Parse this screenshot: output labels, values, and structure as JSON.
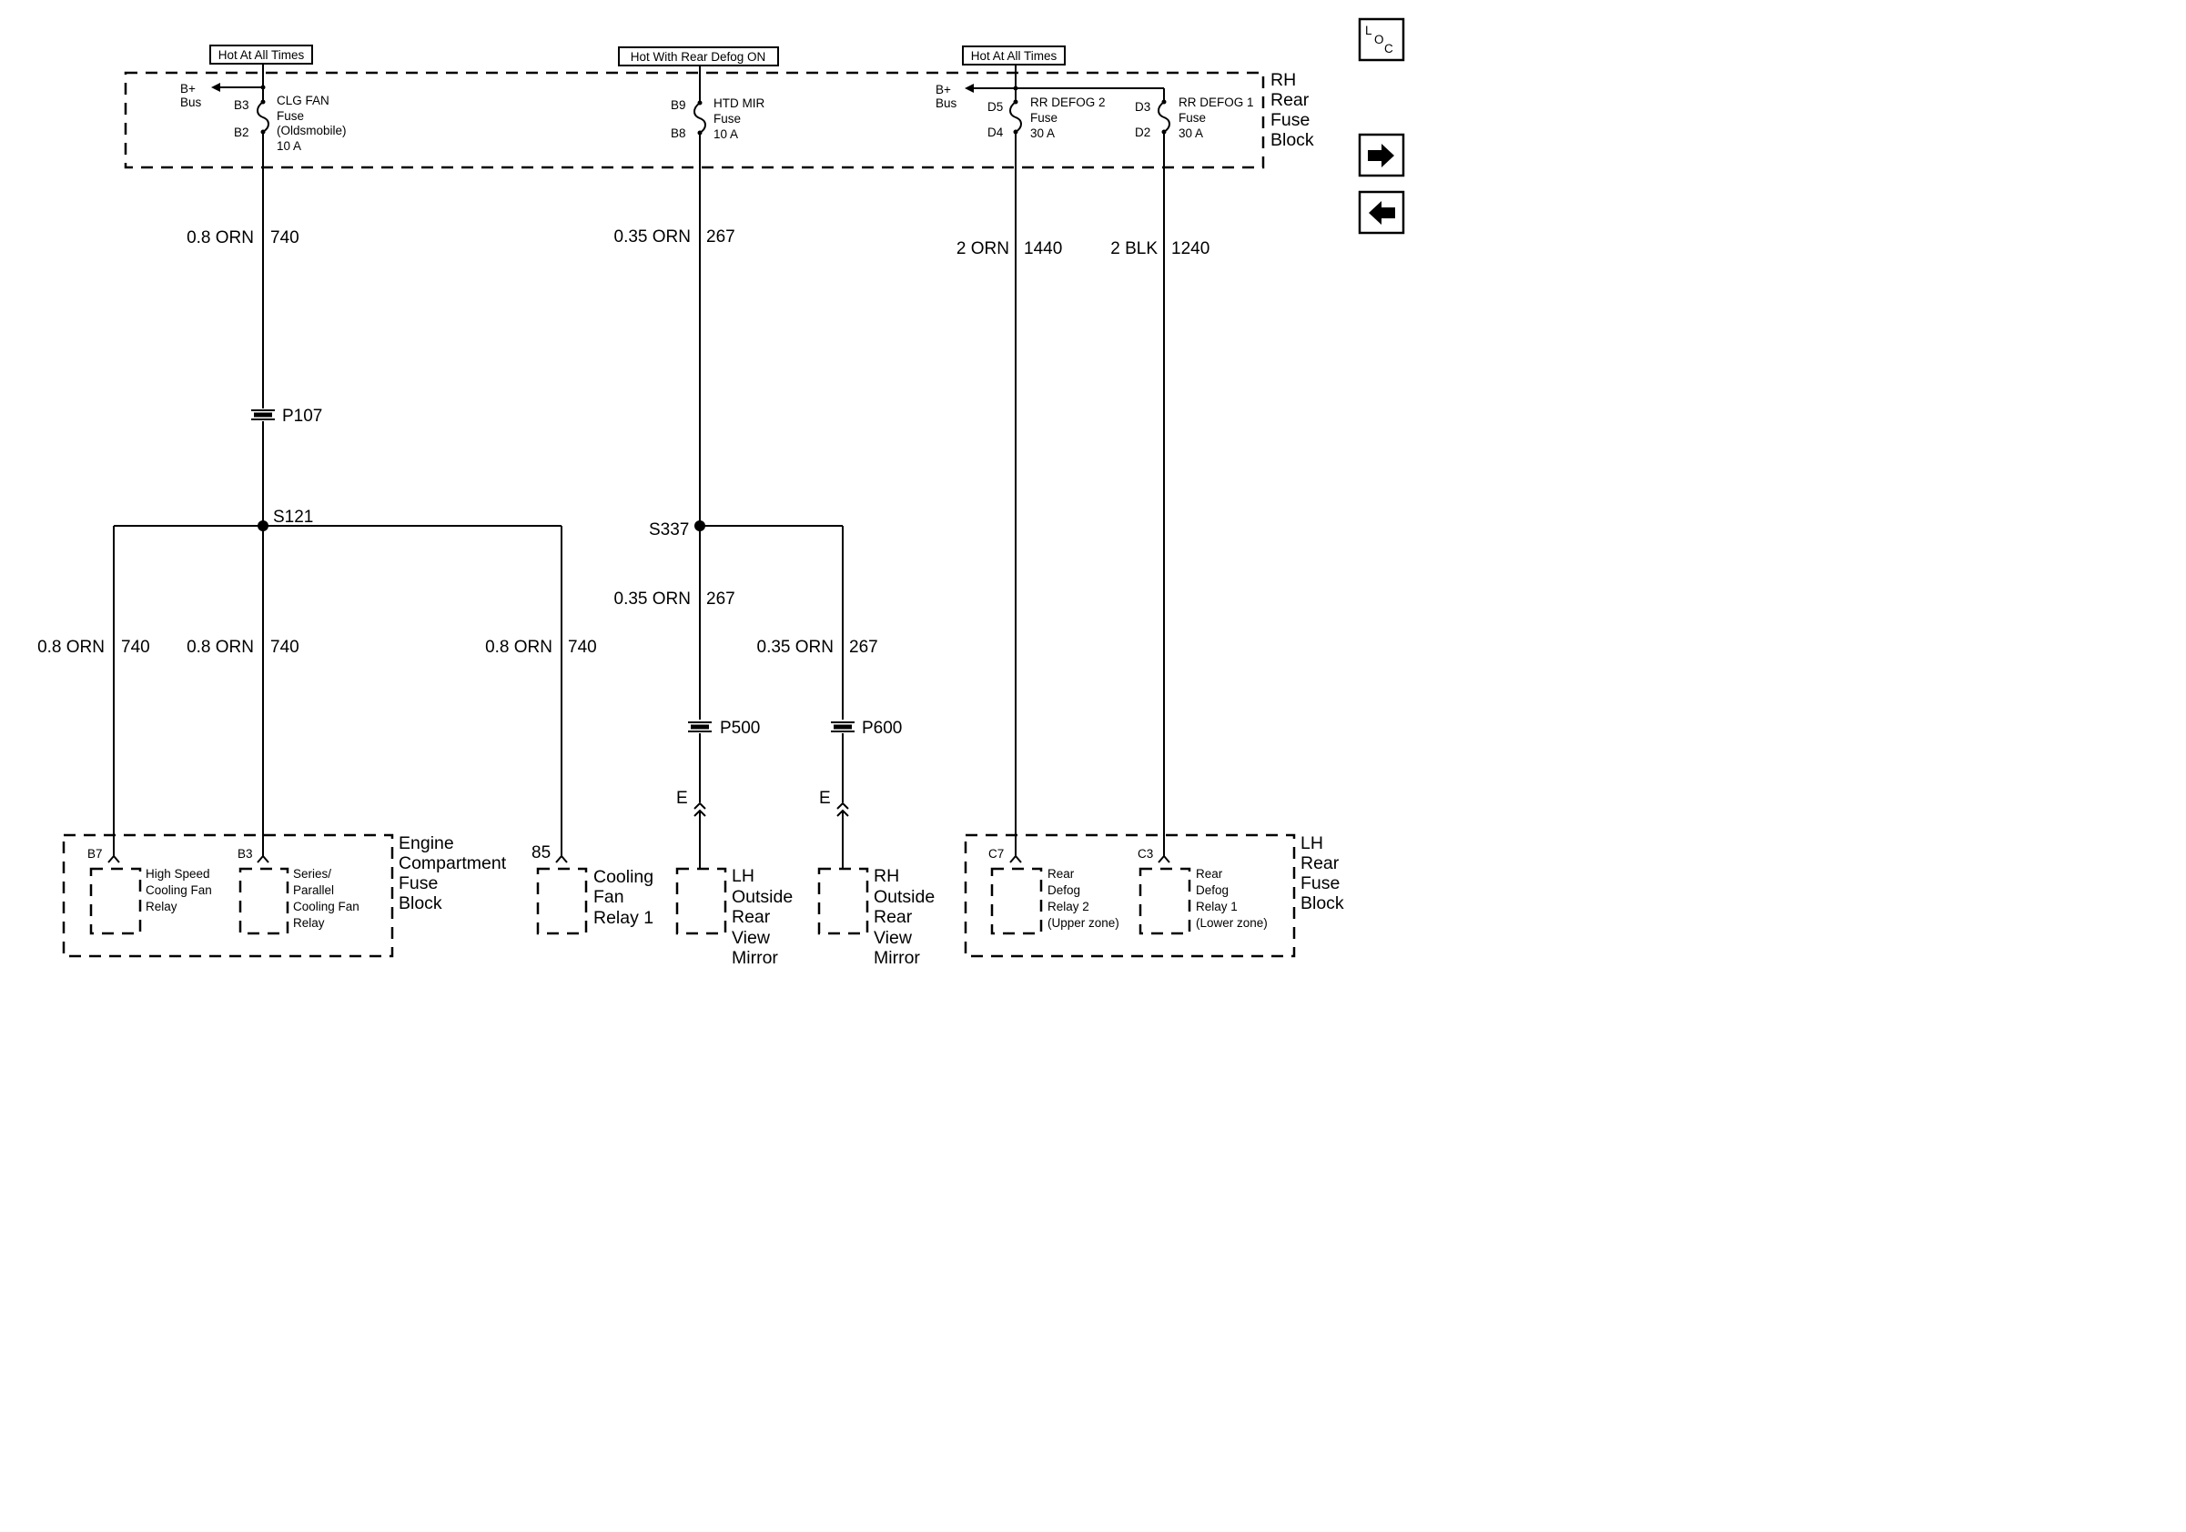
{
  "hot_labels": {
    "left": "Hot At All Times",
    "middle": "Hot With Rear Defog ON",
    "right": "Hot At All Times"
  },
  "rh_rear_fuse_block": {
    "title": [
      "RH",
      "Rear",
      "Fuse",
      "Block"
    ],
    "bus_left": [
      "B+",
      "Bus"
    ],
    "bus_right": [
      "B+",
      "Bus"
    ],
    "clg_fan": {
      "pin_in": "B3",
      "pin_out": "B2",
      "text": [
        "CLG FAN",
        "Fuse",
        "(Oldsmobile)",
        "10 A"
      ]
    },
    "htd_mir": {
      "pin_in": "B9",
      "pin_out": "B8",
      "text": [
        "HTD MIR",
        "Fuse",
        "10 A"
      ]
    },
    "rr_defog2": {
      "pin_in": "D5",
      "pin_out": "D4",
      "text": [
        "RR DEFOG 2",
        "Fuse",
        "30 A"
      ]
    },
    "rr_defog1": {
      "pin_in": "D3",
      "pin_out": "D2",
      "text": [
        "RR DEFOG 1",
        "Fuse",
        "30 A"
      ]
    }
  },
  "wires": {
    "w740_top": {
      "gauge": "0.8 ORN",
      "circuit": "740"
    },
    "w267_top": {
      "gauge": "0.35 ORN",
      "circuit": "267"
    },
    "w1440": {
      "gauge": "2 ORN",
      "circuit": "1440"
    },
    "w1240": {
      "gauge": "2 BLK",
      "circuit": "1240"
    },
    "w740_a": {
      "gauge": "0.8 ORN",
      "circuit": "740"
    },
    "w740_b": {
      "gauge": "0.8 ORN",
      "circuit": "740"
    },
    "w740_c": {
      "gauge": "0.8 ORN",
      "circuit": "740"
    },
    "w267_a": {
      "gauge": "0.35 ORN",
      "circuit": "267"
    },
    "w267_b": {
      "gauge": "0.35 ORN",
      "circuit": "267"
    }
  },
  "connectors": {
    "p107": "P107",
    "p500": "P500",
    "p600": "P600",
    "e_left": "E",
    "e_right": "E"
  },
  "splices": {
    "s121": "S121",
    "s337": "S337"
  },
  "engine_compartment_fuse_block": {
    "title": [
      "Engine",
      "Compartment",
      "Fuse",
      "Block"
    ],
    "pin_b7": "B7",
    "pin_b3": "B3",
    "high_speed_relay": [
      "High Speed",
      "Cooling Fan",
      "Relay"
    ],
    "series_parallel_relay": [
      "Series/",
      "Parallel",
      "Cooling Fan",
      "Relay"
    ]
  },
  "cooling_fan_relay1": {
    "pin": "85",
    "title": [
      "Cooling",
      "Fan",
      "Relay 1"
    ]
  },
  "lh_mirror": {
    "title": [
      "LH",
      "Outside",
      "Rear",
      "View",
      "Mirror"
    ]
  },
  "rh_mirror": {
    "title": [
      "RH",
      "Outside",
      "Rear",
      "View",
      "Mirror"
    ]
  },
  "lh_rear_fuse_block": {
    "title": [
      "LH",
      "Rear",
      "Fuse",
      "Block"
    ],
    "pin_c7": "C7",
    "pin_c3": "C3",
    "relay2": [
      "Rear",
      "Defog",
      "Relay 2",
      "(Upper zone)"
    ],
    "relay1": [
      "Rear",
      "Defog",
      "Relay 1",
      "(Lower zone)"
    ]
  },
  "nav": {
    "loc_top": "L",
    "loc_mid": "O",
    "loc_bot": "C",
    "next_icon": "arrow-right-icon",
    "prev_icon": "arrow-left-icon"
  }
}
